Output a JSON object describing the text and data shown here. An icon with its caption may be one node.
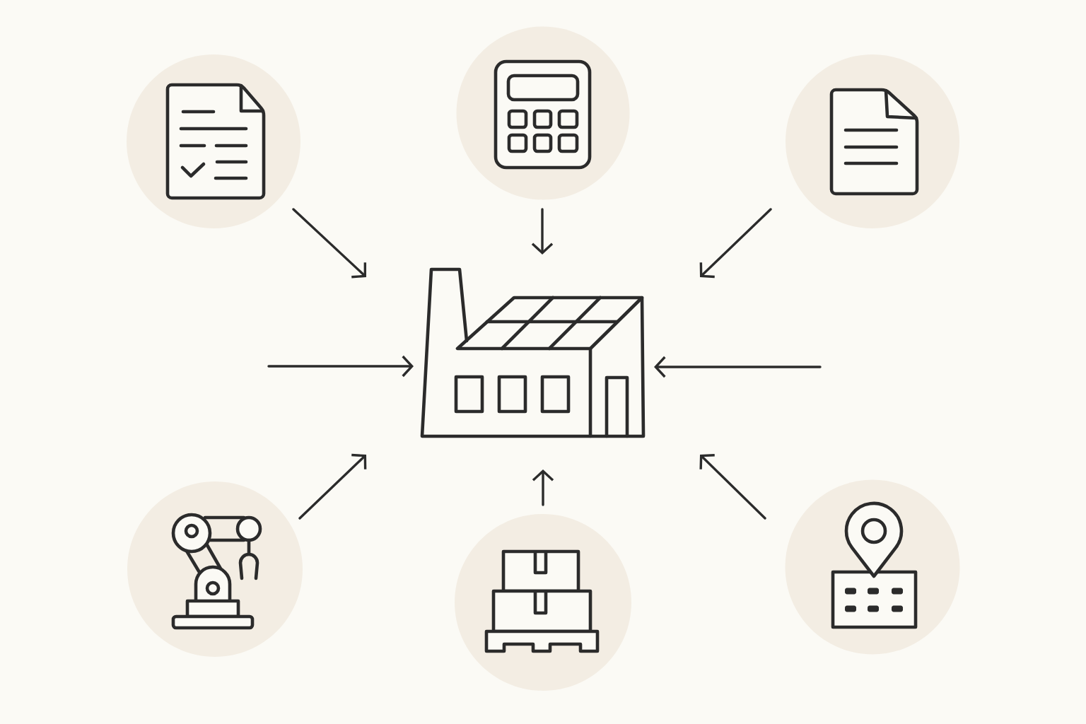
{
  "diagram": {
    "nodes": [
      {
        "text": [],
        "shape": "circle"
      },
      {
        "text": [],
        "shape": "circle"
      },
      {
        "text": [],
        "shape": "circle"
      },
      {
        "text": [],
        "shape": "picture"
      },
      {
        "text": [],
        "shape": "circle"
      },
      {
        "text": [],
        "shape": "circle"
      },
      {
        "text": [],
        "shape": "circle"
      }
    ],
    "edges": [
      {
        "from": 0,
        "to": 3,
        "arrow": "to"
      },
      {
        "from": 1,
        "to": 3,
        "arrow": "to"
      },
      {
        "from": 2,
        "to": 3,
        "arrow": "to"
      },
      {
        "from": null,
        "to": 3,
        "arrow": "to"
      },
      {
        "from": null,
        "to": 3,
        "arrow": "to"
      },
      {
        "from": 4,
        "to": 3,
        "arrow": "to"
      },
      {
        "from": 5,
        "to": 3,
        "arrow": "to"
      },
      {
        "from": 6,
        "to": 3,
        "arrow": "to"
      }
    ]
  }
}
